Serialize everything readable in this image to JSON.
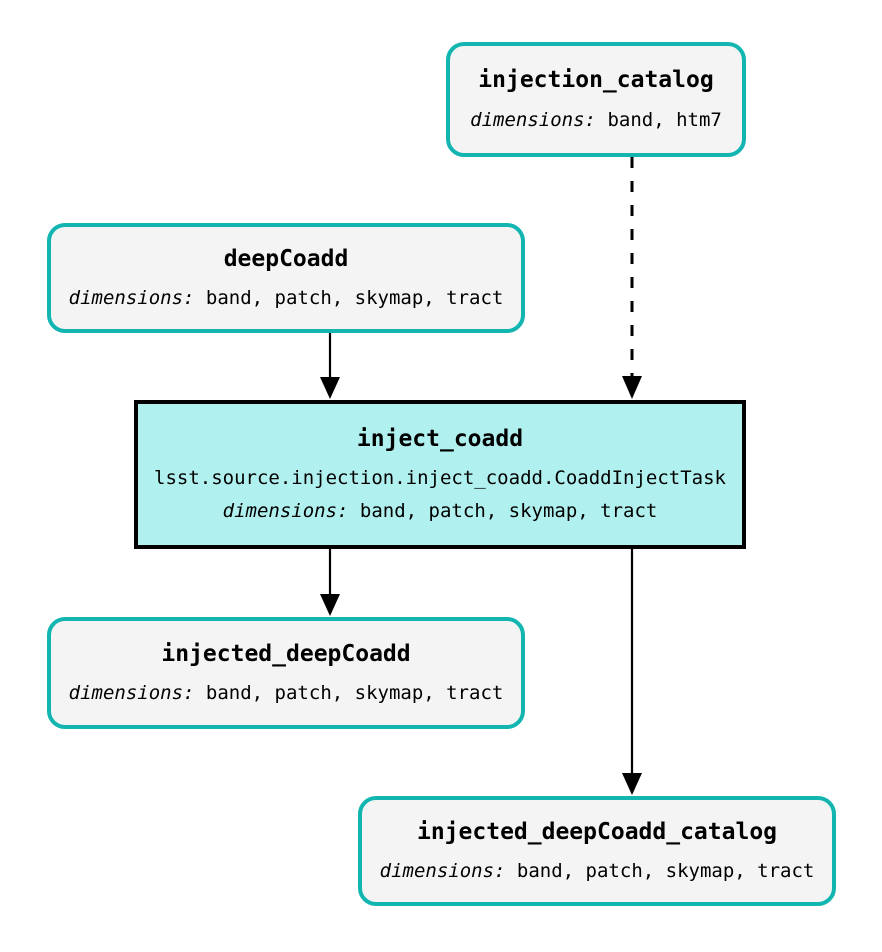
{
  "diagram": {
    "title": "pipeline-graph",
    "kind": "pipeline-dag",
    "colors": {
      "dataset_border": "#12b5b0",
      "dataset_fill": "#f4f4f4",
      "task_border": "#000000",
      "task_fill": "#b0f0ee",
      "edge": "#000000",
      "background": "#ffffff"
    },
    "dims_label": "dimensions:",
    "nodes": [
      {
        "id": "injection_catalog",
        "type": "dataset",
        "title": "injection_catalog",
        "subtitle": "",
        "dims_label": "dimensions:",
        "dims_value": " band, htm7"
      },
      {
        "id": "deepCoadd",
        "type": "dataset",
        "title": "deepCoadd",
        "subtitle": "",
        "dims_label": "dimensions:",
        "dims_value": " band, patch, skymap, tract"
      },
      {
        "id": "inject_coadd",
        "type": "task",
        "title": "inject_coadd",
        "subtitle": "lsst.source.injection.inject_coadd.CoaddInjectTask",
        "dims_label": "dimensions:",
        "dims_value": " band, patch, skymap, tract"
      },
      {
        "id": "injected_deepCoadd",
        "type": "dataset",
        "title": "injected_deepCoadd",
        "subtitle": "",
        "dims_label": "dimensions:",
        "dims_value": " band, patch, skymap, tract"
      },
      {
        "id": "injected_deepCoadd_catalog",
        "type": "dataset",
        "title": "injected_deepCoadd_catalog",
        "subtitle": "",
        "dims_label": "dimensions:",
        "dims_value": " band, patch, skymap, tract"
      }
    ],
    "edges": [
      {
        "id": "e1",
        "from": "injection_catalog",
        "to": "inject_coadd",
        "style": "dashed"
      },
      {
        "id": "e2",
        "from": "deepCoadd",
        "to": "inject_coadd",
        "style": "solid"
      },
      {
        "id": "e3",
        "from": "inject_coadd",
        "to": "injected_deepCoadd",
        "style": "solid"
      },
      {
        "id": "e4",
        "from": "inject_coadd",
        "to": "injected_deepCoadd_catalog",
        "style": "solid"
      }
    ]
  }
}
